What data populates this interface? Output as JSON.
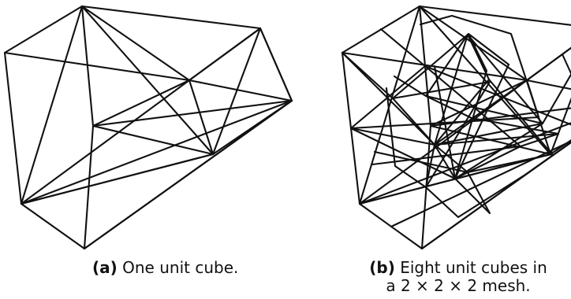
{
  "figure": {
    "panel_a": {
      "caption_tag": "(a)",
      "caption_text": "One unit cube."
    },
    "panel_b": {
      "caption_tag": "(b)",
      "caption_text_line1": "Eight unit cubes in",
      "caption_text_line2": "a 2 × 2 × 2 mesh."
    }
  }
}
